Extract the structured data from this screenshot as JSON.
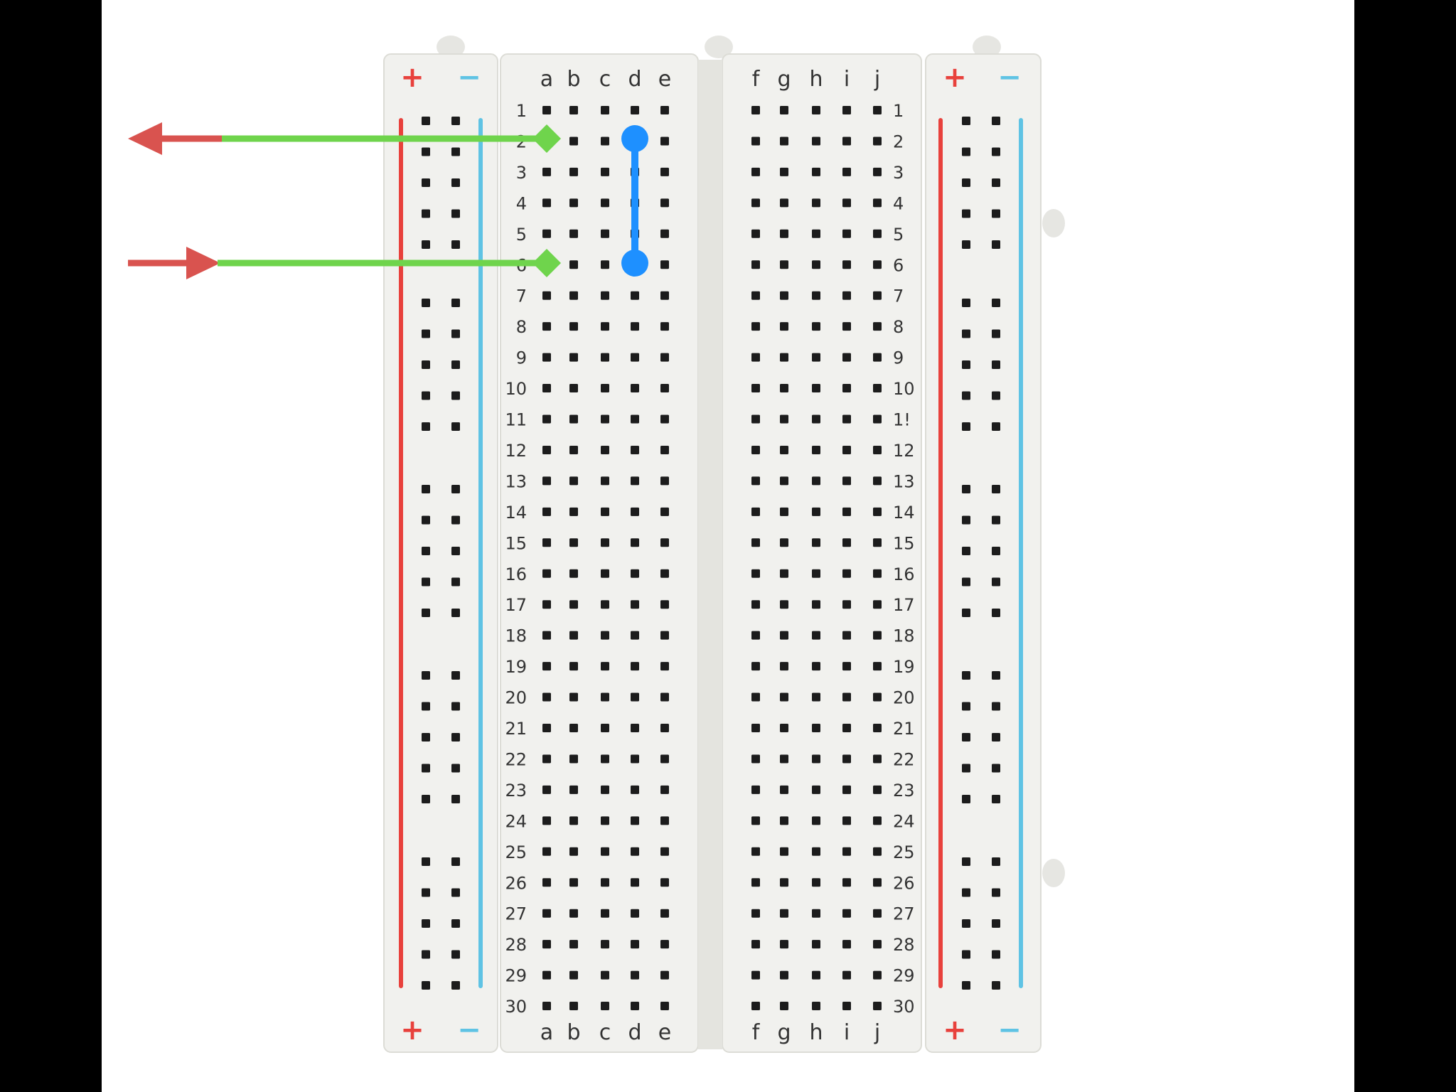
{
  "breadboard": {
    "columns_left": [
      "a",
      "b",
      "c",
      "d",
      "e"
    ],
    "columns_right": [
      "f",
      "g",
      "h",
      "i",
      "j"
    ],
    "rows": [
      "1",
      "2",
      "3",
      "4",
      "5",
      "6",
      "7",
      "8",
      "9",
      "10",
      "11",
      "12",
      "13",
      "14",
      "15",
      "16",
      "17",
      "18",
      "19",
      "20",
      "21",
      "22",
      "23",
      "24",
      "25",
      "26",
      "27",
      "28",
      "29",
      "30"
    ],
    "row_11_right_label": "1!",
    "rail_plus": "+",
    "rail_minus": "−"
  },
  "colors": {
    "background": "#000000",
    "page": "#ffffff",
    "board": "#f1f1ee",
    "hole": "#1c1c1c",
    "rail_red": "#e8413c",
    "rail_blue": "#5fc3e4",
    "wire_green": "#6fd44c",
    "arrow_red": "#d9534f",
    "jumper_blue": "#1e90ff",
    "label": "#333333"
  },
  "annotations": {
    "output_arrow": {
      "row": 2,
      "column": "a",
      "direction": "out"
    },
    "input_arrow": {
      "row": 6,
      "column": "a",
      "direction": "in"
    },
    "jumper": {
      "column": "d",
      "from_row": 2,
      "to_row": 6
    }
  }
}
